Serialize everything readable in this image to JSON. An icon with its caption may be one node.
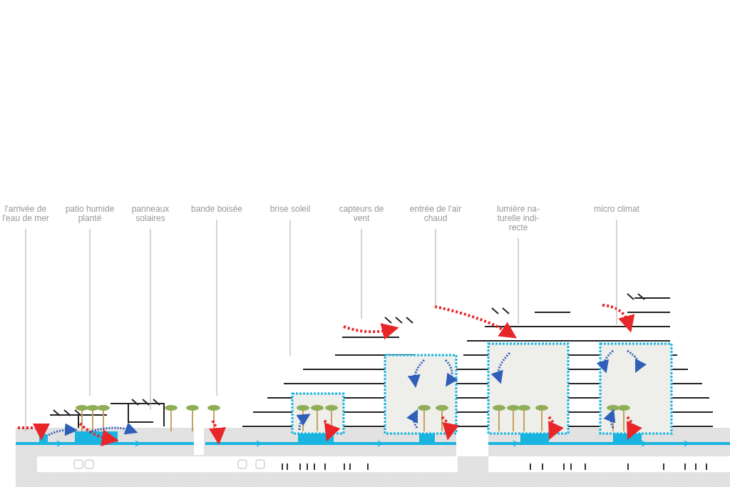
{
  "diagram": {
    "nodes": [
      {
        "text": [
          "l'arrivée de l'eau de mer"
        ]
      },
      {
        "text": [
          "patio humide planté"
        ]
      },
      {
        "text": [
          "panneaux solaires"
        ]
      },
      {
        "text": [
          "bande boisée"
        ]
      },
      {
        "text": [
          "brise soleil"
        ]
      },
      {
        "text": [
          "capteurs de vent"
        ]
      },
      {
        "text": [
          "entrée de l'air chaud"
        ]
      },
      {
        "text": [
          "lumière na- turelle indi- recte"
        ]
      },
      {
        "text": [
          "micro climat"
        ]
      }
    ],
    "edges": [
      {
        "from": 0,
        "to": null,
        "arrow": "none"
      },
      {
        "from": 1,
        "to": null,
        "arrow": "none"
      },
      {
        "from": 2,
        "to": null,
        "arrow": "none"
      },
      {
        "from": 3,
        "to": null,
        "arrow": "none"
      },
      {
        "from": 4,
        "to": null,
        "arrow": "none"
      },
      {
        "from": 5,
        "to": null,
        "arrow": "none"
      },
      {
        "from": 6,
        "to": null,
        "arrow": "none"
      },
      {
        "from": 7,
        "to": null,
        "arrow": "none"
      },
      {
        "from": 8,
        "to": null,
        "arrow": "none"
      }
    ]
  }
}
